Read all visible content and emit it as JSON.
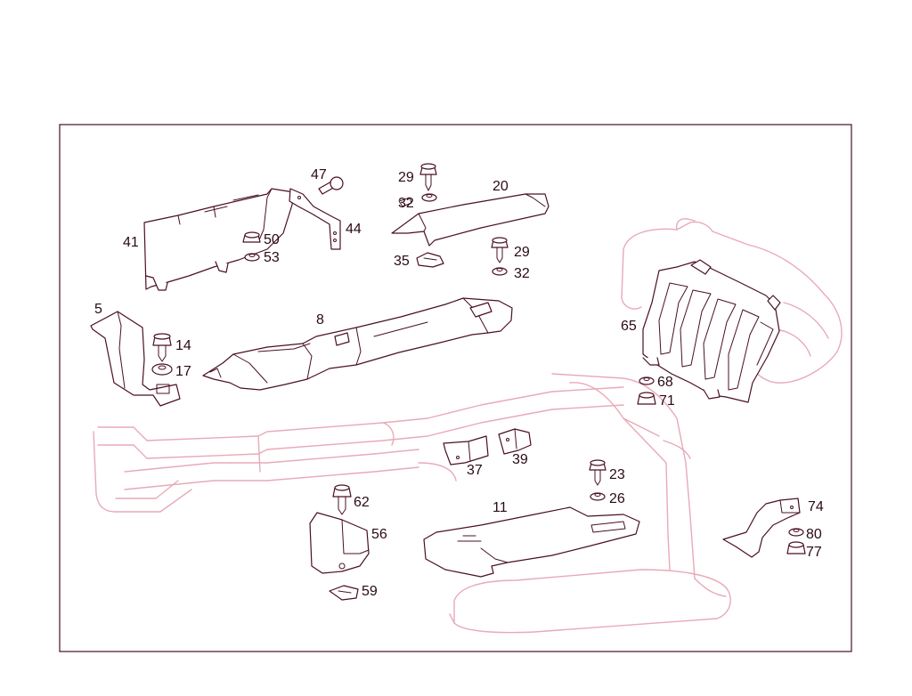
{
  "colors": {
    "line": "#4a1020",
    "ghost_line": "#e8aab8",
    "background": "#ffffff"
  },
  "callouts": {
    "c47": "47",
    "c29a": "29",
    "c20": "20",
    "c32a": "32",
    "c41": "41",
    "c44": "44",
    "c50": "50",
    "c53": "53",
    "c35": "35",
    "c29b": "29",
    "c32b": "32",
    "c5": "5",
    "c8": "8",
    "c14": "14",
    "c17": "17",
    "c65": "65",
    "c68": "68",
    "c71": "71",
    "c37": "37",
    "c39": "39",
    "c23": "23",
    "c26": "26",
    "c62": "62",
    "c56": "56",
    "c11": "11",
    "c59": "59",
    "c74": "74",
    "c80": "80",
    "c77": "77"
  }
}
